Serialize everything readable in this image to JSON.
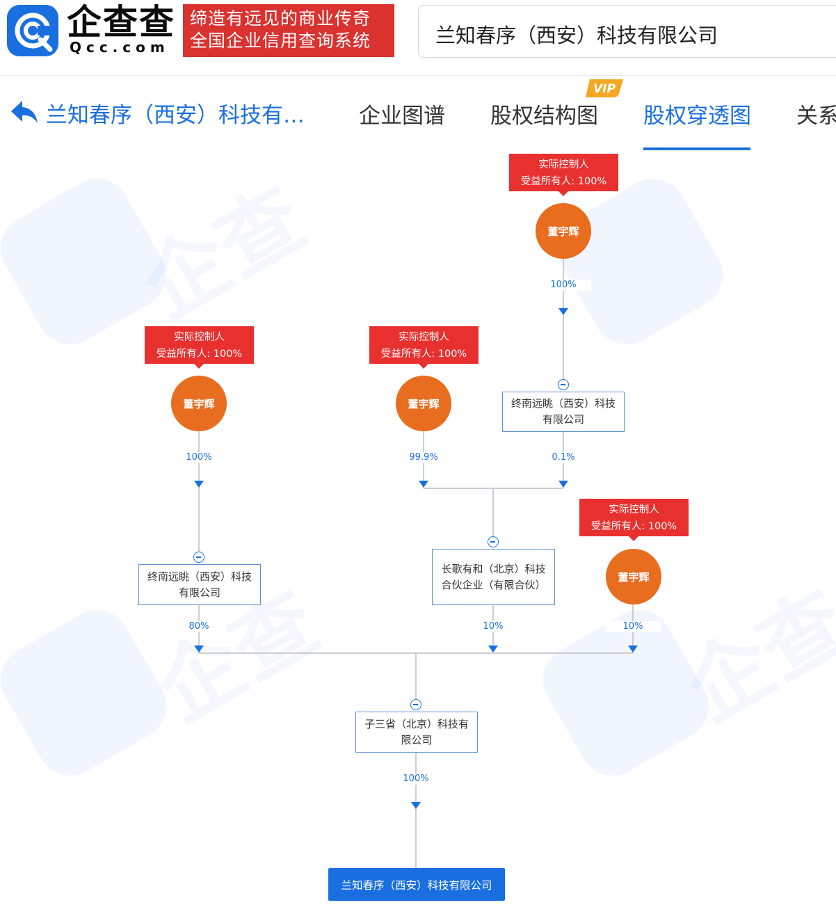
{
  "header": {
    "brand_name": "企查查",
    "brand_domain": "Qcc.com",
    "slogan_line1": "缔造有远见的商业传奇",
    "slogan_line2": "全国企业信用查询系统",
    "search_value": "兰知春序（西安）科技有限公司"
  },
  "nav": {
    "company_label": "兰知春序（西安）科技有…",
    "tabs": [
      {
        "label": "企业图谱"
      },
      {
        "label": "股权结构图"
      },
      {
        "label": "股权穿透图"
      },
      {
        "label": "关系"
      }
    ],
    "active_tab": "股权穿透图",
    "vip_badge": "VIP"
  },
  "colors": {
    "accent": "#1a6fe0",
    "person": "#e86d1e",
    "tag": "#e8302e",
    "brand_red": "#d9322f"
  },
  "graph": {
    "tag_line1": "实际控制人",
    "tag_line2": "受益所有人: 100%",
    "persons": [
      {
        "id": "p_top",
        "name": "董宇辉"
      },
      {
        "id": "p_left",
        "name": "董宇辉"
      },
      {
        "id": "p_mid",
        "name": "董宇辉"
      },
      {
        "id": "p_right",
        "name": "董宇辉"
      }
    ],
    "companies": {
      "zhongnan_top": "终南远眺（西安）科技有限公司",
      "zhongnan_left": "终南远眺（西安）科技有限公司",
      "changge": "长歌有和（北京）科技合伙企业（有限合伙）",
      "zisansheng": "子三省（北京）科技有限公司",
      "target": "兰知春序（西安）科技有限公司"
    },
    "edges": [
      {
        "from": "p_top",
        "to": "zhongnan_top",
        "pct": "100%"
      },
      {
        "from": "p_left",
        "to": "zhongnan_left",
        "pct": "100%"
      },
      {
        "from": "p_mid",
        "to": "changge",
        "pct": "99.9%"
      },
      {
        "from": "zhongnan_top",
        "to": "changge",
        "pct": "0.1%"
      },
      {
        "from": "zhongnan_left",
        "to": "zisansheng",
        "pct": "80%"
      },
      {
        "from": "changge",
        "to": "zisansheng",
        "pct": "10%"
      },
      {
        "from": "p_right",
        "to": "zisansheng",
        "pct": "10%"
      },
      {
        "from": "zisansheng",
        "to": "target",
        "pct": "100%"
      }
    ]
  }
}
